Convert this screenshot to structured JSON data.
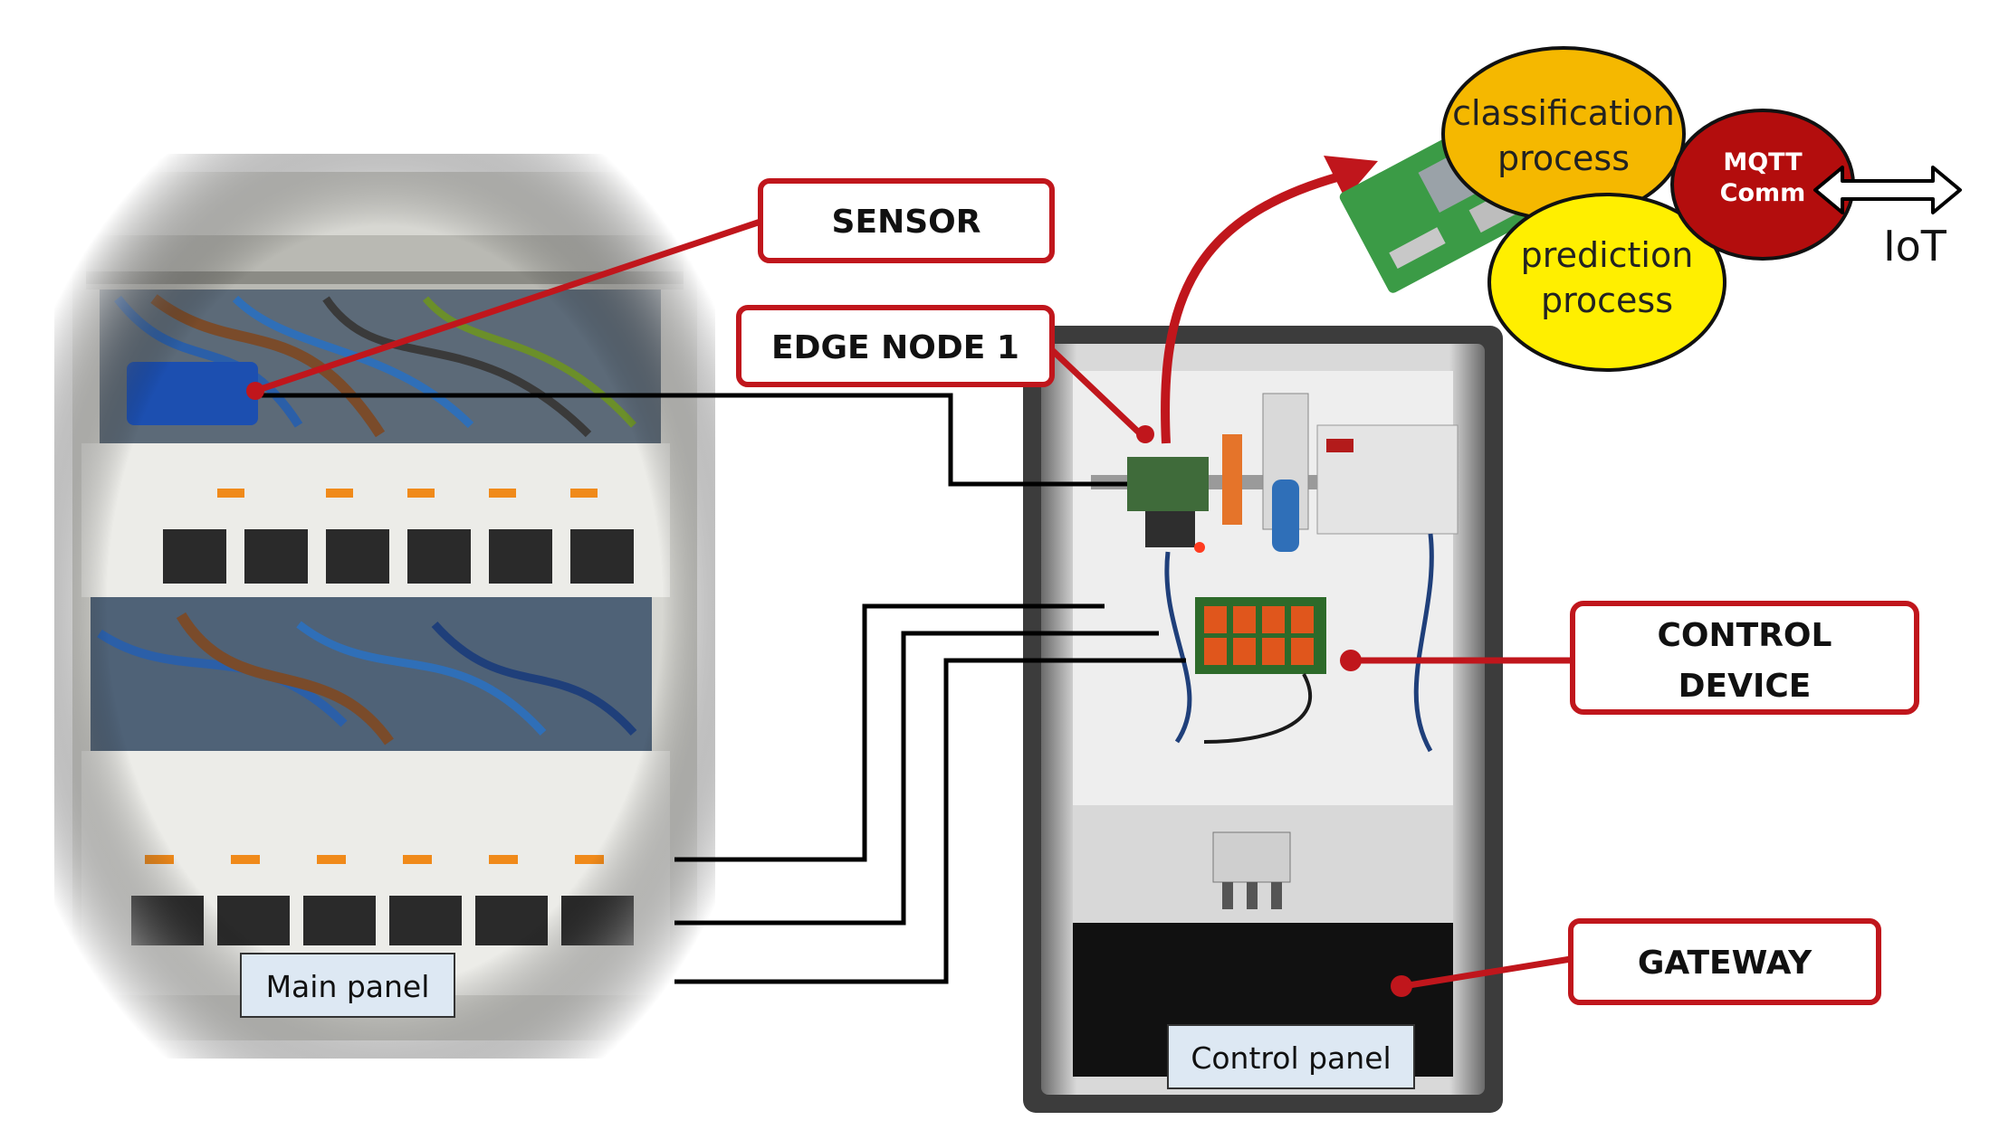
{
  "callouts": {
    "sensor": "SENSOR",
    "edge_node": "EDGE NODE 1",
    "control_device_line1": "CONTROL",
    "control_device_line2": "DEVICE",
    "gateway": "GATEWAY"
  },
  "captions": {
    "main_panel": "Main panel",
    "control_panel": "Control panel"
  },
  "bubbles": {
    "classification_line1": "classification",
    "classification_line2": "process",
    "prediction_line1": "prediction",
    "prediction_line2": "process",
    "mqtt_line1": "MQTT",
    "mqtt_line2": "Comm"
  },
  "iot_label": "IoT",
  "colors": {
    "callout_border": "#c0161c",
    "red_arrow": "#c0161c",
    "classification_fill": "#f5b800",
    "prediction_fill": "#ffef00",
    "mqtt_fill": "#b30d0d",
    "caption_fill": "#dde8f3"
  }
}
